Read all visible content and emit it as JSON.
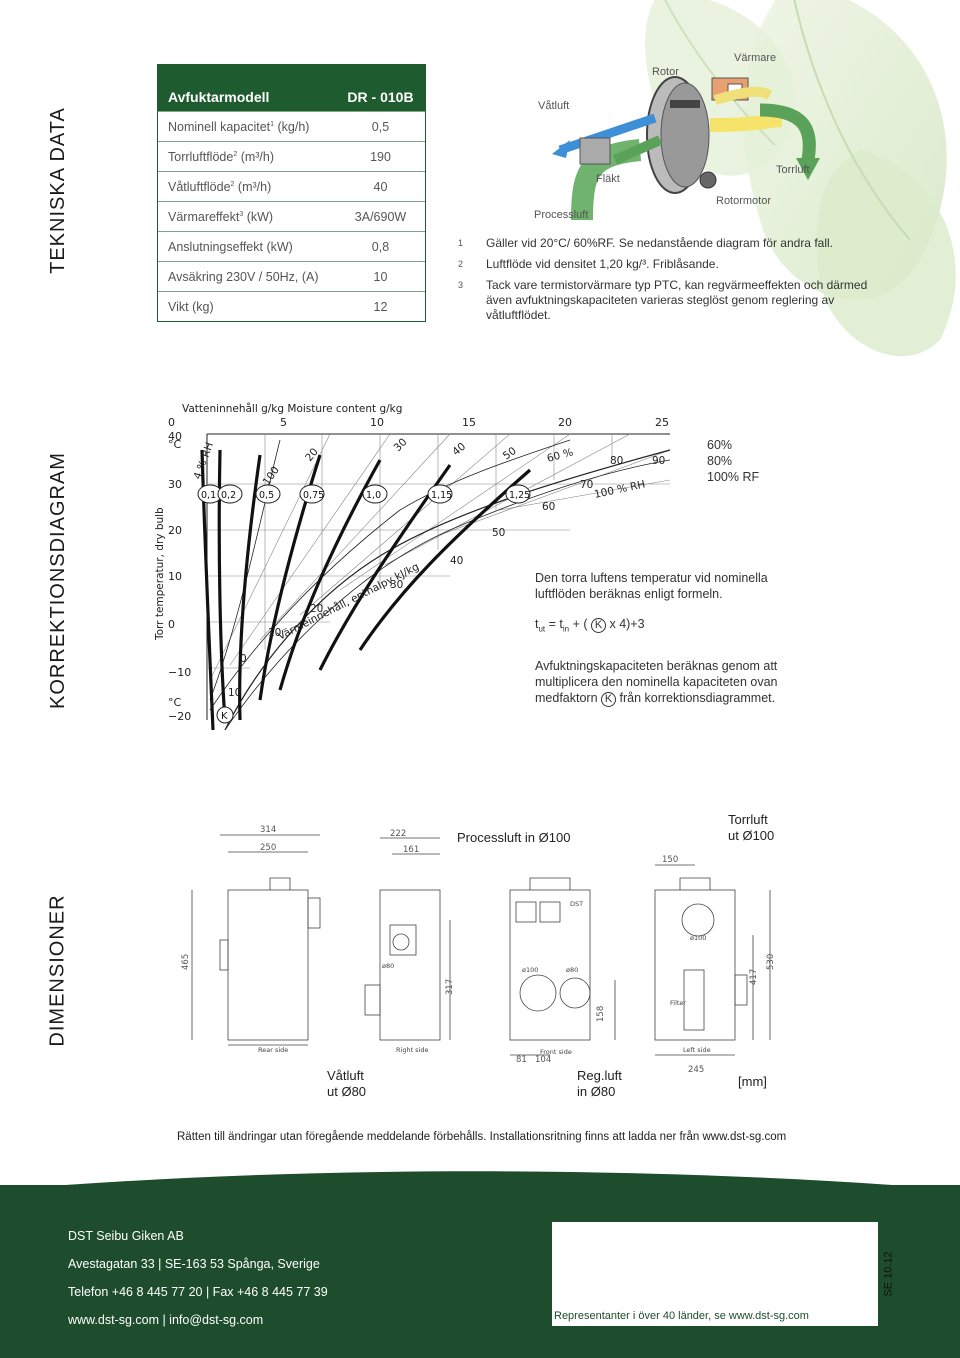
{
  "sections": {
    "tech": "TEKNISKA DATA",
    "corr": "KORREKTIONSDIAGRAM",
    "dims": "DIMENSIONER"
  },
  "spec_table": {
    "header_label": "Avfuktarmodell",
    "header_value": "DR - 010B",
    "rows": [
      {
        "label": "Nominell kapacitet",
        "sup": "1",
        "unit": " (kg/h)",
        "value": "0,5"
      },
      {
        "label": "Torrluftflöde",
        "sup": "2",
        "unit": " (m³/h)",
        "value": "190"
      },
      {
        "label": "Våtluftflöde",
        "sup": "2",
        "unit": " (m³/h)",
        "value": "40"
      },
      {
        "label": "Värmareffekt",
        "sup": "3",
        "unit": " (kW)",
        "value": "3A/690W"
      },
      {
        "label": "Anslutningseffekt (kW)",
        "sup": "",
        "unit": "",
        "value": "0,8"
      },
      {
        "label": "Avsäkring 230V / 50Hz, (A)",
        "sup": "",
        "unit": "",
        "value": "10"
      },
      {
        "label": "Vikt (kg)",
        "sup": "",
        "unit": "",
        "value": "12"
      }
    ]
  },
  "process_diagram": {
    "rotor": "Rotor",
    "heater": "Värmare",
    "wet_air": "Våtluft",
    "fan": "Fläkt",
    "dry_air": "Torrluft",
    "rotor_motor": "Rotormotor",
    "process_air": "Processluft"
  },
  "footnotes": [
    {
      "num": "1",
      "text": "Gäller vid  20°C/ 60%RF. Se nedanstående diagram för andra fall."
    },
    {
      "num": "2",
      "text": "Luftflöde vid densitet 1,20 kg/³. Friblåsande."
    },
    {
      "num": "3",
      "text": "Tack vare termistorvärmare typ PTC, kan regvärmeeffekten och därmed även avfuktningskapaciteten varieras steglöst genom reglering av våtluftflödet."
    }
  ],
  "chart": {
    "top_title": "Vatteninnehåll g/kg  Moisture content g/kg",
    "top_ticks": [
      "0",
      "5",
      "10",
      "15",
      "20",
      "25"
    ],
    "y_axis_label": "Torr temperatur, dry bulb",
    "y_ticks": [
      "40",
      "30",
      "20",
      "10",
      "0",
      "−10",
      "−20"
    ],
    "y_unit": "°C",
    "enthalpy_label": "Värmeinnehåll, enthalpy kJ/kg",
    "enthalpy_ticks": [
      "0",
      "10",
      "10",
      "20",
      "30",
      "40",
      "50",
      "60",
      "70",
      "80",
      "90",
      "100",
      "20",
      "30",
      "40",
      "50"
    ],
    "k_labels": [
      "0,1",
      "0,2",
      "0,5",
      "0,75",
      "1,0",
      "1,15",
      "1,25"
    ],
    "rh_labels": [
      "4 % RH",
      "60 %",
      "100 % RH"
    ],
    "k_symbol": "K",
    "rf_legend": [
      "60%",
      "80%",
      "100% RF"
    ]
  },
  "correction_text": {
    "para1": "Den torra luftens temperatur vid nominella luftflöden beräknas enligt formeln.",
    "formula_t": "t",
    "formula_ut": "ut",
    "formula_eq": " = t",
    "formula_in": "in",
    "formula_plus": " + ( ",
    "formula_k": "K",
    "formula_rest": " x 4)+3",
    "para2": "Avfuktningskapaciteten beräknas genom att multiplicera den nominella kapaciteten ovan medfaktorn",
    "para2_end": " från korrektionsdiagrammet."
  },
  "dimensions": {
    "dims": [
      "314",
      "250",
      "222",
      "161",
      "465",
      "317",
      "158",
      "81",
      "104",
      "150",
      "245",
      "417",
      "530"
    ],
    "inline_labels": [
      "ø80",
      "ø100",
      "ø80",
      "ø100",
      "Filter",
      "Rear side",
      "Right side",
      "Front side",
      "Left side",
      "DST"
    ],
    "captions": {
      "process_in": "Processluft in Ø100",
      "dry_out_1": "Torrluft",
      "dry_out_2": "ut Ø100",
      "wet_out_1": "Våtluft",
      "wet_out_2": "ut Ø80",
      "reg_in_1": "Reg.luft",
      "reg_in_2": "in Ø80",
      "unit": "[mm]"
    }
  },
  "disclaimer": "Rätten till ändringar utan föregående meddelande förbehålls. Installationsritning finns att ladda ner från www.dst-sg.com",
  "footer": {
    "company": "DST Seibu Giken AB",
    "address": "Avestagatan 33  |  SE-163 53 Spånga, Sverige",
    "phone": "Telefon +46 8 445 77 20  |  Fax +46 8 445 77 39",
    "web": "www.dst-sg.com  |  info@dst-sg.com",
    "representatives": "Representanter i över 40 länder, se www.dst-sg.com",
    "edition": "SE 10.12"
  },
  "colors": {
    "brand_green": "#1d4d2c",
    "table_green": "#1e5b2e"
  }
}
